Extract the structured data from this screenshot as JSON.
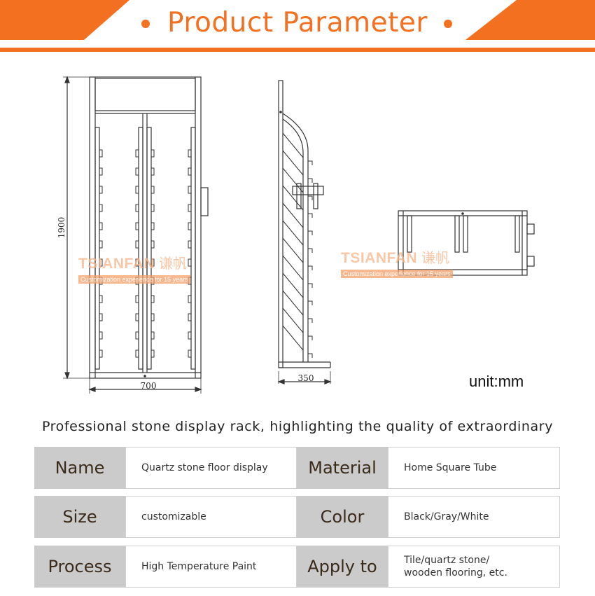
{
  "header": {
    "title": "Product Parameter",
    "accent_color": "#f37021"
  },
  "drawing": {
    "dim_height": "1900",
    "dim_width_front": "700",
    "dim_depth_side": "350",
    "unit": "unit:mm"
  },
  "watermark": {
    "brand": "TSIANFAN",
    "brand_cn": "谦帆",
    "tagline": "Customization experience for 15 years"
  },
  "tagline": "Professional stone display rack, highlighting the quality of extraordinary",
  "specs": {
    "name_label": "Name",
    "name_value": "Quartz stone floor display",
    "material_label": "Material",
    "material_value": "Home Square Tube",
    "size_label": "Size",
    "size_value": "customizable",
    "color_label": "Color",
    "color_value": "Black/Gray/White",
    "process_label": "Process",
    "process_value": "High Temperature Paint",
    "apply_label": "Apply to",
    "apply_value_1": "Tile/quartz stone/",
    "apply_value_2": "wooden flooring, etc."
  }
}
